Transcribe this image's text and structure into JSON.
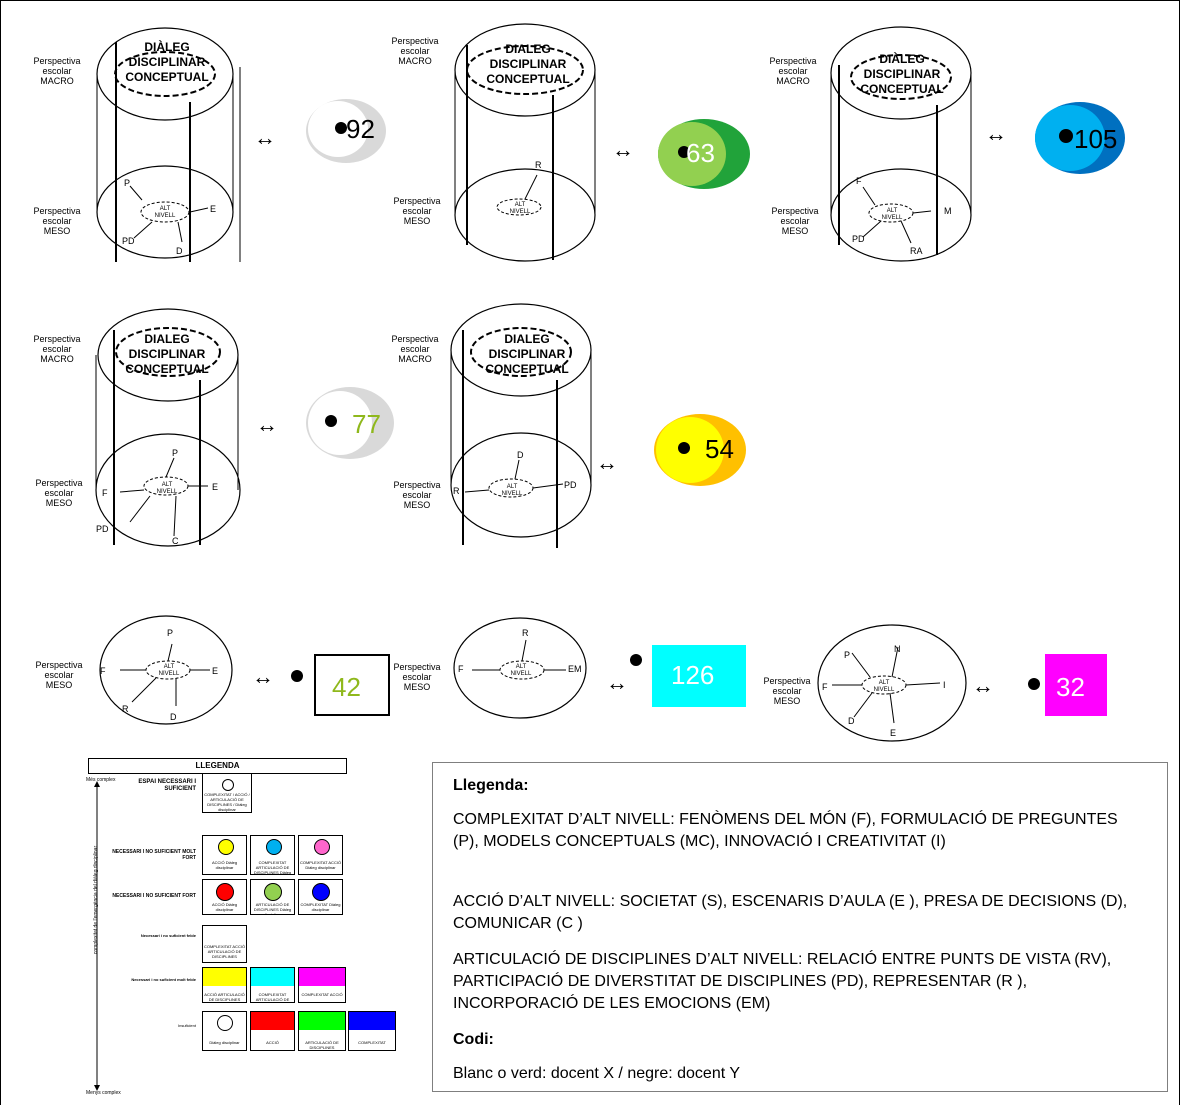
{
  "diagram": {
    "header_lines": [
      "DIÀLEG",
      "DISCIPLINAR",
      "CONCEPTUAL"
    ],
    "header_lines_alt": [
      "DIALEG",
      "DISCIPLINAR",
      "CONCEPTUAL"
    ],
    "macro_label": [
      "Perspectiva",
      "escolar",
      "MACRO"
    ],
    "meso_label": [
      "Perspectiva",
      "escolar",
      "MESO"
    ],
    "center_label": [
      "ALT",
      "NIVELL"
    ],
    "arrow_symbol": "↔"
  },
  "models": [
    {
      "id": "m1",
      "score": "92",
      "score_color": "#000000",
      "nodes": [
        "P",
        "E",
        "D",
        "PD"
      ]
    },
    {
      "id": "m2",
      "score": "63",
      "score_color": "#ffffff",
      "nodes": [
        "R"
      ]
    },
    {
      "id": "m3",
      "score": "105",
      "score_color": "#000000",
      "nodes": [
        "F",
        "M",
        "RA",
        "PD"
      ]
    },
    {
      "id": "m4",
      "score": "77",
      "score_color": "#8fb81c",
      "nodes": [
        "P",
        "F",
        "E",
        "PD",
        "C"
      ]
    },
    {
      "id": "m5",
      "score": "54",
      "score_color": "#000000",
      "nodes": [
        "D",
        "R",
        "PD"
      ]
    },
    {
      "id": "m6",
      "score": "42",
      "score_color": "#8fb81c",
      "nodes": [
        "P",
        "F",
        "E",
        "R",
        "D"
      ]
    },
    {
      "id": "m7",
      "score": "126",
      "score_color": "#ffffff",
      "nodes": [
        "R",
        "F",
        "EM"
      ]
    },
    {
      "id": "m8",
      "score": "32",
      "score_color": "#ffffff",
      "nodes": [
        "P",
        "N",
        "F",
        "I",
        "D",
        "E"
      ]
    }
  ],
  "colors": {
    "grey": "#d9d9d9",
    "green": "#21a33a",
    "light_green": "#92d050",
    "blue": "#0070c0",
    "light_blue": "#00b0f0",
    "orange": "#ffc000",
    "yellow": "#ffff00",
    "cyan": "#00ffff",
    "magenta": "#ff00ff",
    "red": "#ff0000",
    "pure_green": "#00ff00",
    "pure_blue": "#0000ff",
    "lime_text": "#8fb81c"
  },
  "small_legend": {
    "title": "LLEGENDA",
    "top_label": "Més complex",
    "bottom_label": "Menys complex",
    "axis_label": "complexitat de l'emergència del diàleg disciplinar",
    "row1_label": "ESPAI NECESSARI I SUFICIENT",
    "row1_cell": "COMPLEXITAT / ACCIÓ / ARTICULACIÓ DE DISCIPLINES / Diàleg disciplinar",
    "row2_label": "NECESSARI I NO SUFICIENT MOLT FORT",
    "row2_cells": [
      "ACCIÓ Diàleg disciplinar",
      "COMPLEXITAT ARTICULACIÓ DE DISCIPLINES Diàleg disciplinar",
      "COMPLEXITAT ACCIÓ Diàleg disciplinar"
    ],
    "row3_label": "NECESSARI I NO SUFICIENT FORT",
    "row3_cells": [
      "ACCIÓ Diàleg disciplinar",
      "ARTICULACIÓ DE DISCIPLINES Diàleg disciplinar",
      "COMPLEXITAT Diàleg disciplinar"
    ],
    "row4_label": "Necessari i no suficient feble",
    "row4_cell": "COMPLEXITAT ACCIÓ ARTICULACIÓ DE DISCIPLINES",
    "row5_label": "Necessari i no suficient molt feble",
    "row5_cells": [
      "ACCIÓ ARTICULACIÓ DE DISCIPLINES",
      "COMPLEXITAT ARTICULACIÓ DE DISCIPLINES",
      "COMPLEXITAT ACCIÓ"
    ],
    "row6_label": "Insuficient",
    "row6_cells": [
      "Diàleg disciplinar",
      "ACCIÓ",
      "ARTICULACIÓ DE DISCIPLINES",
      "COMPLEXITAT"
    ]
  },
  "legend": {
    "title": "Llegenda:",
    "p1": "COMPLEXITAT D’ALT NIVELL: FENÒMENS DEL MÓN (F), FORMULACIÓ DE PREGUNTES (P), MODELS CONCEPTUALS (MC), INNOVACIÓ I CREATIVITAT (I)",
    "p2": "ACCIÓ D’ALT NIVELL: SOCIETAT (S), ESCENARIS D’AULA (E  ), PRESA DE DECISIONS (D), COMUNICAR (C )",
    "p3": "ARTICULACIÓ DE DISCIPLINES D’ALT NIVELL: RELACIÓ ENTRE PUNTS DE VISTA (RV),  PARTICIPACIÓ DE DIVERSTITAT DE DISCIPLINES (PD), REPRESENTAR (R ), INCORPORACIÓ DE LES EMOCIONS (EM)",
    "code_title": "Codi:",
    "code_text": "Blanc o verd: docent X / negre: docent Y"
  }
}
